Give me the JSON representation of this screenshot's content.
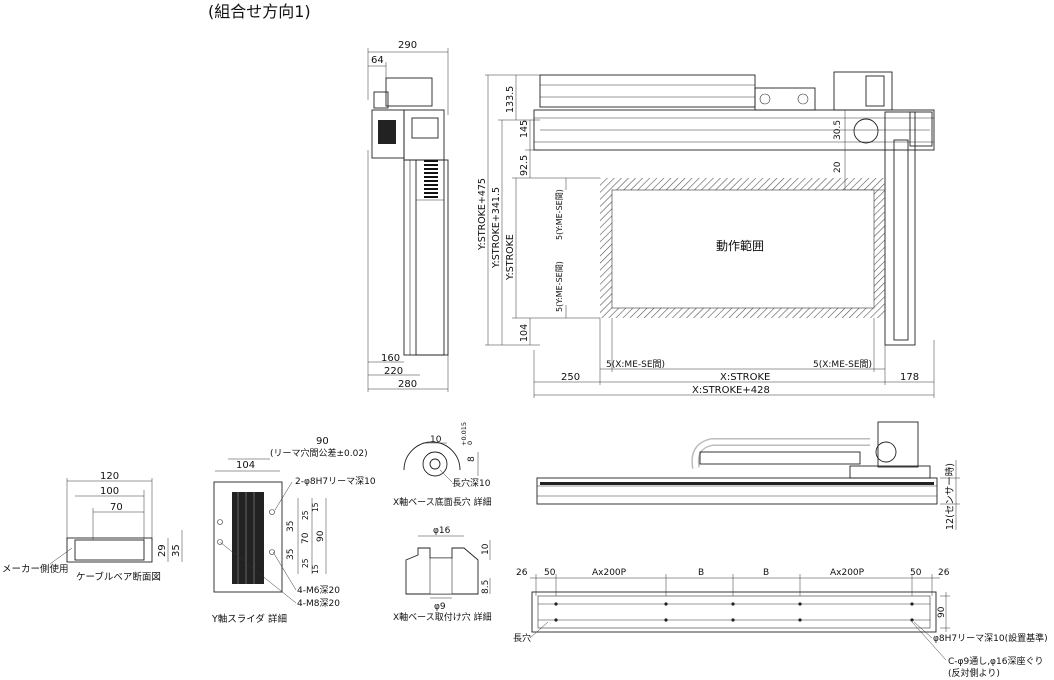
{
  "title": "(組合せ方向1)",
  "front_view": {
    "dims": {
      "d290": "290",
      "d64": "64",
      "d160": "160",
      "d220": "220",
      "d280": "280"
    }
  },
  "top_view": {
    "range_label": "動作範囲",
    "dims": {
      "d133_5": "133.5",
      "d145": "145",
      "d92_5": "92.5",
      "d104": "104",
      "y_stroke_475": "Y:STROKE+475",
      "y_stroke_341_5": "Y:STROKE+341.5",
      "y_stroke": "Y:STROKE",
      "y_me_se_1": "5(Y:ME-SE間)",
      "y_me_se_2": "5(Y:ME-SE間)",
      "d30_5": "30.5",
      "d20": "20",
      "x_me_se_left": "5(X:ME-SE間)",
      "x_stroke": "X:STROKE",
      "x_me_se_right": "5(X:ME-SE間)",
      "d250": "250",
      "d178": "178",
      "x_stroke_428": "X:STROKE+428"
    }
  },
  "cable_bear": {
    "caption": "ケーブルベア断面図",
    "maker_side": "メーカー側使用",
    "dims": {
      "d120": "120",
      "d100": "100",
      "d70": "70",
      "d29": "29",
      "d35": "35"
    }
  },
  "y_slider": {
    "caption": "Y軸スライダ 詳細",
    "dims": {
      "d90": "90",
      "tolerance": "(リーマ穴間公差±0.02)",
      "d104": "104",
      "ream": "2-φ8H7リーマ深10",
      "d35a": "35",
      "d25a": "25",
      "d15a": "15",
      "d70": "70",
      "d90v": "90",
      "d35b": "35",
      "d25b": "25",
      "d15b": "15",
      "m6": "4-M6深20",
      "m8": "4-M8深20"
    }
  },
  "x_base_slot": {
    "caption": "X軸ベース底面長穴 詳細",
    "d10": "10",
    "d8": "8",
    "tol": "+0.015",
    "tol0": "0",
    "slot_label": "長穴深10"
  },
  "x_base_mount": {
    "caption": "X軸ベース取付け穴 詳細",
    "d16": "φ16",
    "d10": "10",
    "d8_5": "8.5",
    "d9": "φ9"
  },
  "side_view": {
    "sensor": "12(センサー時)"
  },
  "bottom_view": {
    "dims": {
      "d26l": "26",
      "d50l": "50",
      "a200_l": "Ax200P",
      "b1": "B",
      "b2": "B",
      "a200_r": "Ax200P",
      "d50r": "50",
      "d26r": "26",
      "d90": "90"
    },
    "slot": "長穴",
    "ream": "φ8H7リーマ深10(設置基準)",
    "c_hole": "C-φ9通し,φ16深座ぐり",
    "opposite": "(反対側より)"
  }
}
